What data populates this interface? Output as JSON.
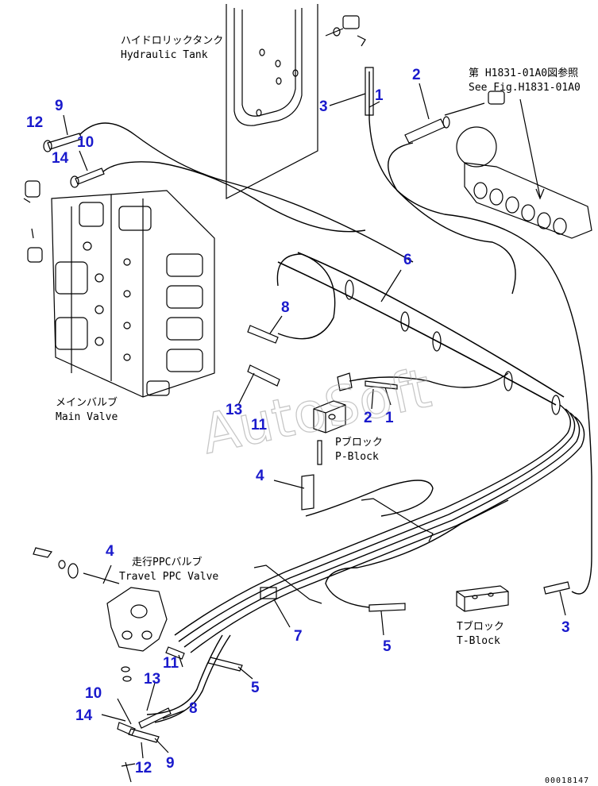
{
  "labels": {
    "tank_jp": "ハイドロリックタンク",
    "tank_en": "Hydraulic Tank",
    "ref_jp": "第 H1831-01A0図参照",
    "ref_en": "See Fig.H1831-01A0",
    "main_valve_jp": "メインバルブ",
    "main_valve_en": "Main Valve",
    "pblock_jp": "Pブロック",
    "pblock_en": "P-Block",
    "travel_jp": "走行PPCバルブ",
    "travel_en": "Travel PPC Valve",
    "tblock_jp": "Tブロック",
    "tblock_en": "T-Block"
  },
  "callouts": {
    "c1a": "1",
    "c2a": "2",
    "c3a": "3",
    "c9a": "9",
    "c12a": "12",
    "c10a": "10",
    "c14a": "14",
    "c6": "6",
    "c8a": "8",
    "c13a": "13",
    "c11a": "11",
    "c2b": "2",
    "c1b": "1",
    "c4a": "4",
    "c4b": "4",
    "c7": "7",
    "c11b": "11",
    "c13b": "13",
    "c5a": "5",
    "c10b": "10",
    "c14b": "14",
    "c8b": "8",
    "c12b": "12",
    "c9b": "9",
    "c5b": "5",
    "c3b": "3"
  },
  "watermark": "AutoSoft",
  "drawing_id": "00018147"
}
